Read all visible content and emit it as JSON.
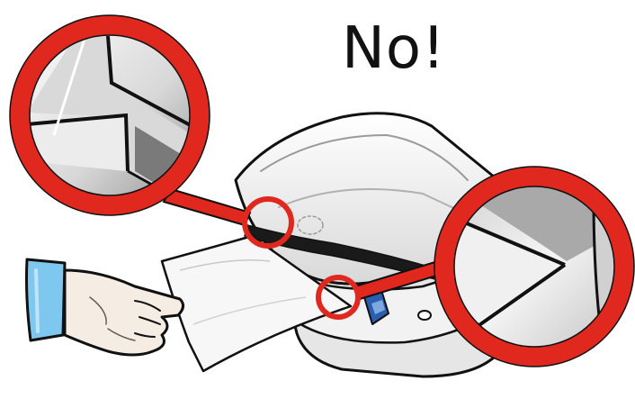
{
  "caption": "No!",
  "colors": {
    "callout_ring": "#e0281e",
    "outline": "#111111",
    "printer_body": "#ececec",
    "paper": "#f6f6f6",
    "sleeve": "#7ec8f0",
    "skin": "#f5ece4",
    "button_blue": "#2a5fb0"
  },
  "callouts": [
    {
      "name": "left-magnified-view",
      "shows": "paper-edge-not-aligned-with-feed-slot"
    },
    {
      "name": "right-magnified-view",
      "shows": "paper-edge-not-aligned-with-guide"
    }
  ]
}
